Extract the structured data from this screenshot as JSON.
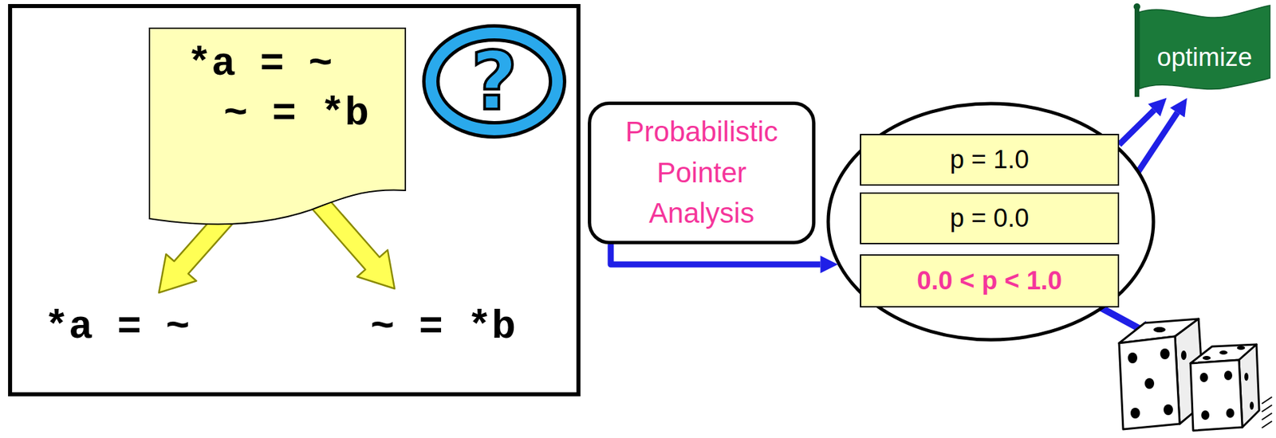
{
  "diagram": {
    "nodes": [
      {
        "text": [
          "*a = ~",
          "~ = *b"
        ]
      },
      {
        "text": [
          "*a = ~",
          "~ = *b"
        ],
        "in": 0
      },
      {
        "text": [
          "Probabilistic Pointer Analysis"
        ]
      },
      {
        "text": []
      },
      {
        "text": [
          "p = 1.0"
        ],
        "in": 3
      },
      {
        "text": [
          "p = 0.0"
        ],
        "in": 3
      },
      {
        "text": [
          "0.0 < p < 1.0"
        ],
        "in": 3
      },
      {
        "text": [
          "optimize"
        ]
      }
    ],
    "edges": [
      {
        "from": 2,
        "to": 3,
        "arrow": "to"
      },
      {
        "from": 4,
        "to": 7,
        "arrow": "to"
      },
      {
        "from": 5,
        "to": 7,
        "arrow": "to"
      }
    ],
    "labels": [
      "?"
    ]
  }
}
